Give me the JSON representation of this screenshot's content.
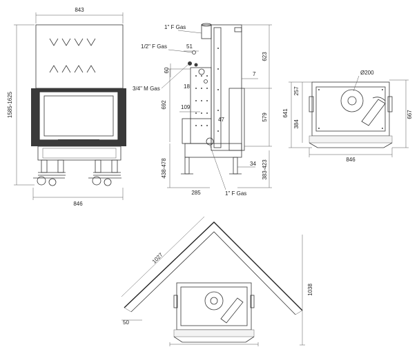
{
  "front_view": {
    "width_top": "843",
    "width_bottom": "846",
    "height": "1585-1625"
  },
  "side_view": {
    "gas_1in_f_top": "1\" F Gas",
    "gas_half_f": "1/2\" F Gas",
    "gas_3q_m": "3/4\" M Gas",
    "gas_1in_f_bottom": "1\" F Gas",
    "dim_51": "51",
    "dim_60": "60",
    "dim_18": "18",
    "dim_692": "692",
    "dim_109": "109",
    "dim_47": "47",
    "dim_438_478": "438-478",
    "dim_285": "285",
    "dim_623": "623",
    "dim_7": "7",
    "dim_579": "579",
    "dim_383_423": "383-423",
    "dim_34": "34"
  },
  "top_view": {
    "diameter": "Ø200",
    "dim_257": "257",
    "dim_384": "384",
    "dim_641": "641",
    "dim_667": "667",
    "width": "846"
  },
  "corner_view": {
    "dim_1027": "1027",
    "dim_1038": "1038",
    "dim_50": "50"
  }
}
